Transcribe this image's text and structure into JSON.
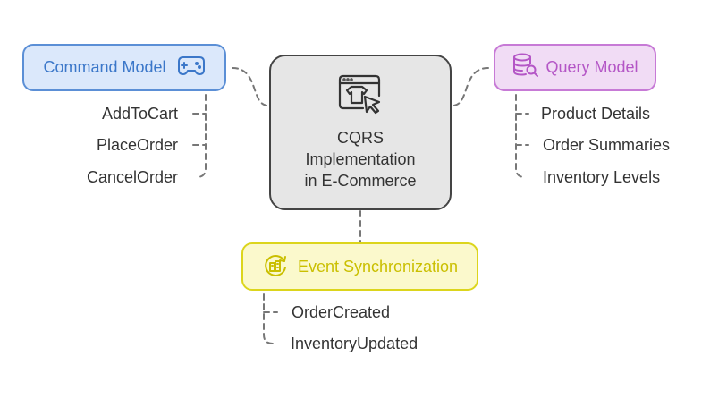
{
  "center": {
    "title_lines": [
      "CQRS",
      "Implementation",
      "in E-Commerce"
    ],
    "icon": "shop-browser-cursor-icon"
  },
  "command_model": {
    "label": "Command Model",
    "icon": "gamepad-icon",
    "items": [
      "AddToCart",
      "PlaceOrder",
      "CancelOrder"
    ]
  },
  "query_model": {
    "label": "Query Model",
    "icon": "database-search-icon",
    "items": [
      "Product Details",
      "Order Summaries",
      "Inventory Levels"
    ]
  },
  "event_sync": {
    "label": "Event Synchronization",
    "icon": "sync-coin-icon",
    "items": [
      "OrderCreated",
      "InventoryUpdated"
    ]
  },
  "colors": {
    "command_fill": "#dbe8fb",
    "command_stroke": "#5b8fd6",
    "query_fill": "#f1dcf5",
    "query_stroke": "#c77ad6",
    "event_fill": "#fbf9cc",
    "event_stroke": "#dcd51c",
    "center_fill": "#e6e6e6",
    "connector": "#777777"
  }
}
